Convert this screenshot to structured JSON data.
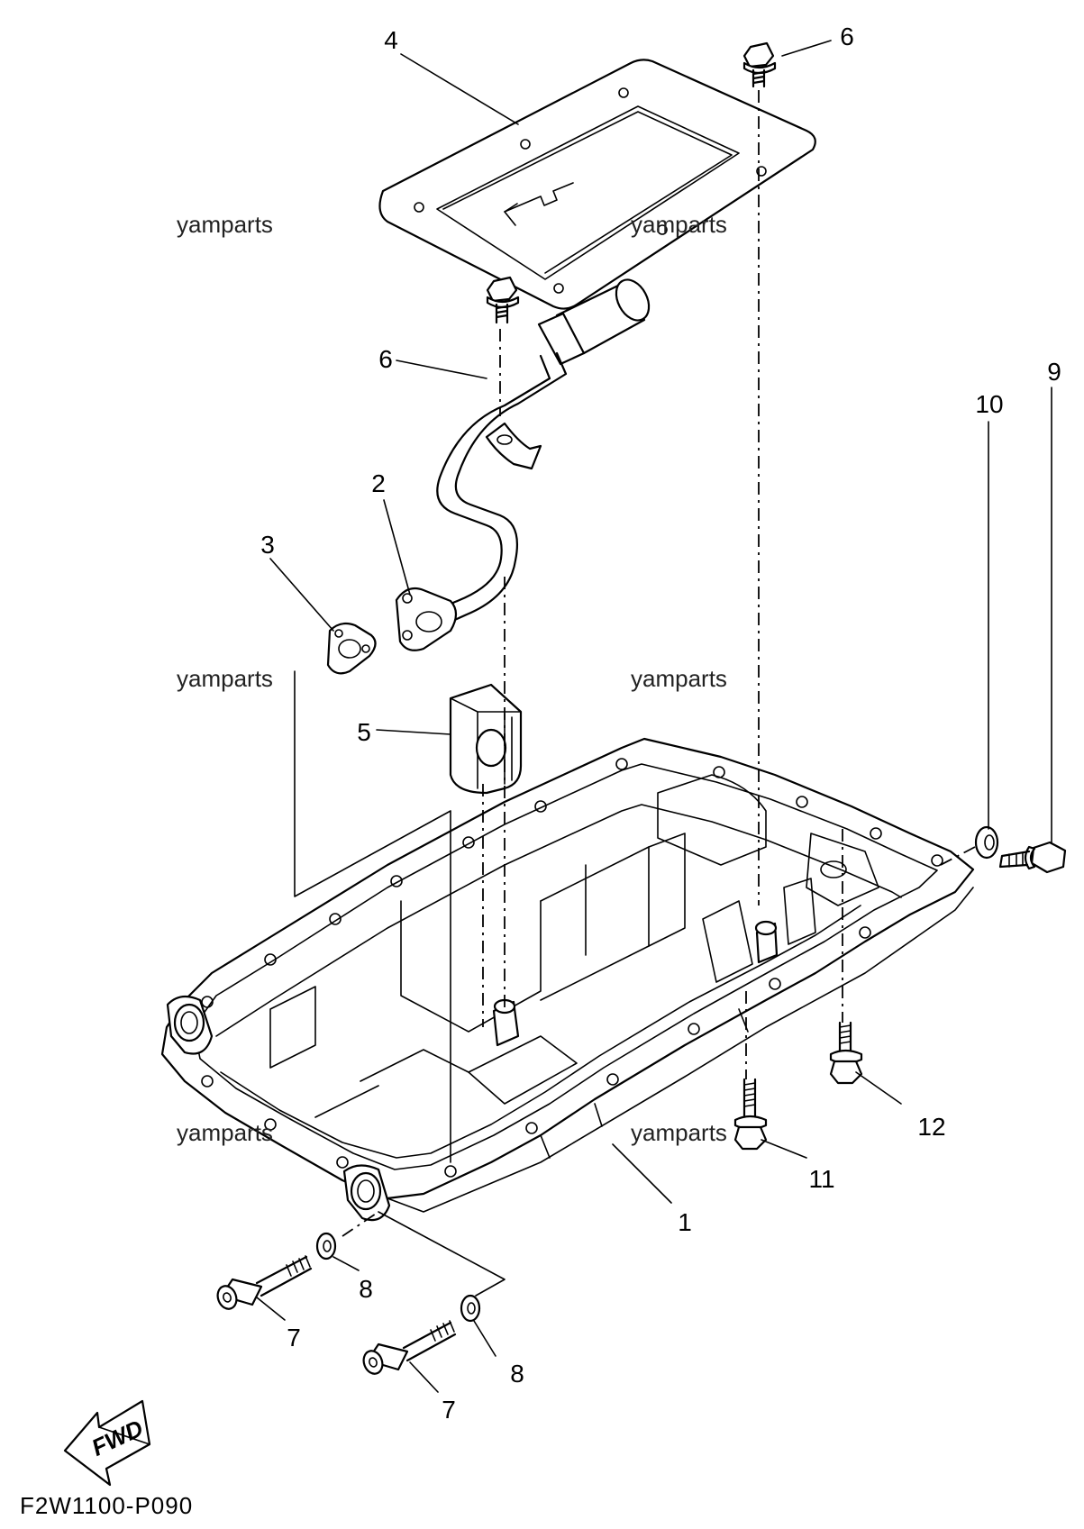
{
  "diagram": {
    "code": "F2W1100-P090",
    "fwd_label": "FWD",
    "watermark": "yamparts",
    "callouts": {
      "c1": "1",
      "c2": "2",
      "c3": "3",
      "c4": "4",
      "c5": "5",
      "c6a": "6",
      "c6b": "6",
      "c7a": "7",
      "c7b": "7",
      "c8a": "8",
      "c8b": "8",
      "c9": "9",
      "c10": "10",
      "c11": "11",
      "c12": "12"
    }
  }
}
